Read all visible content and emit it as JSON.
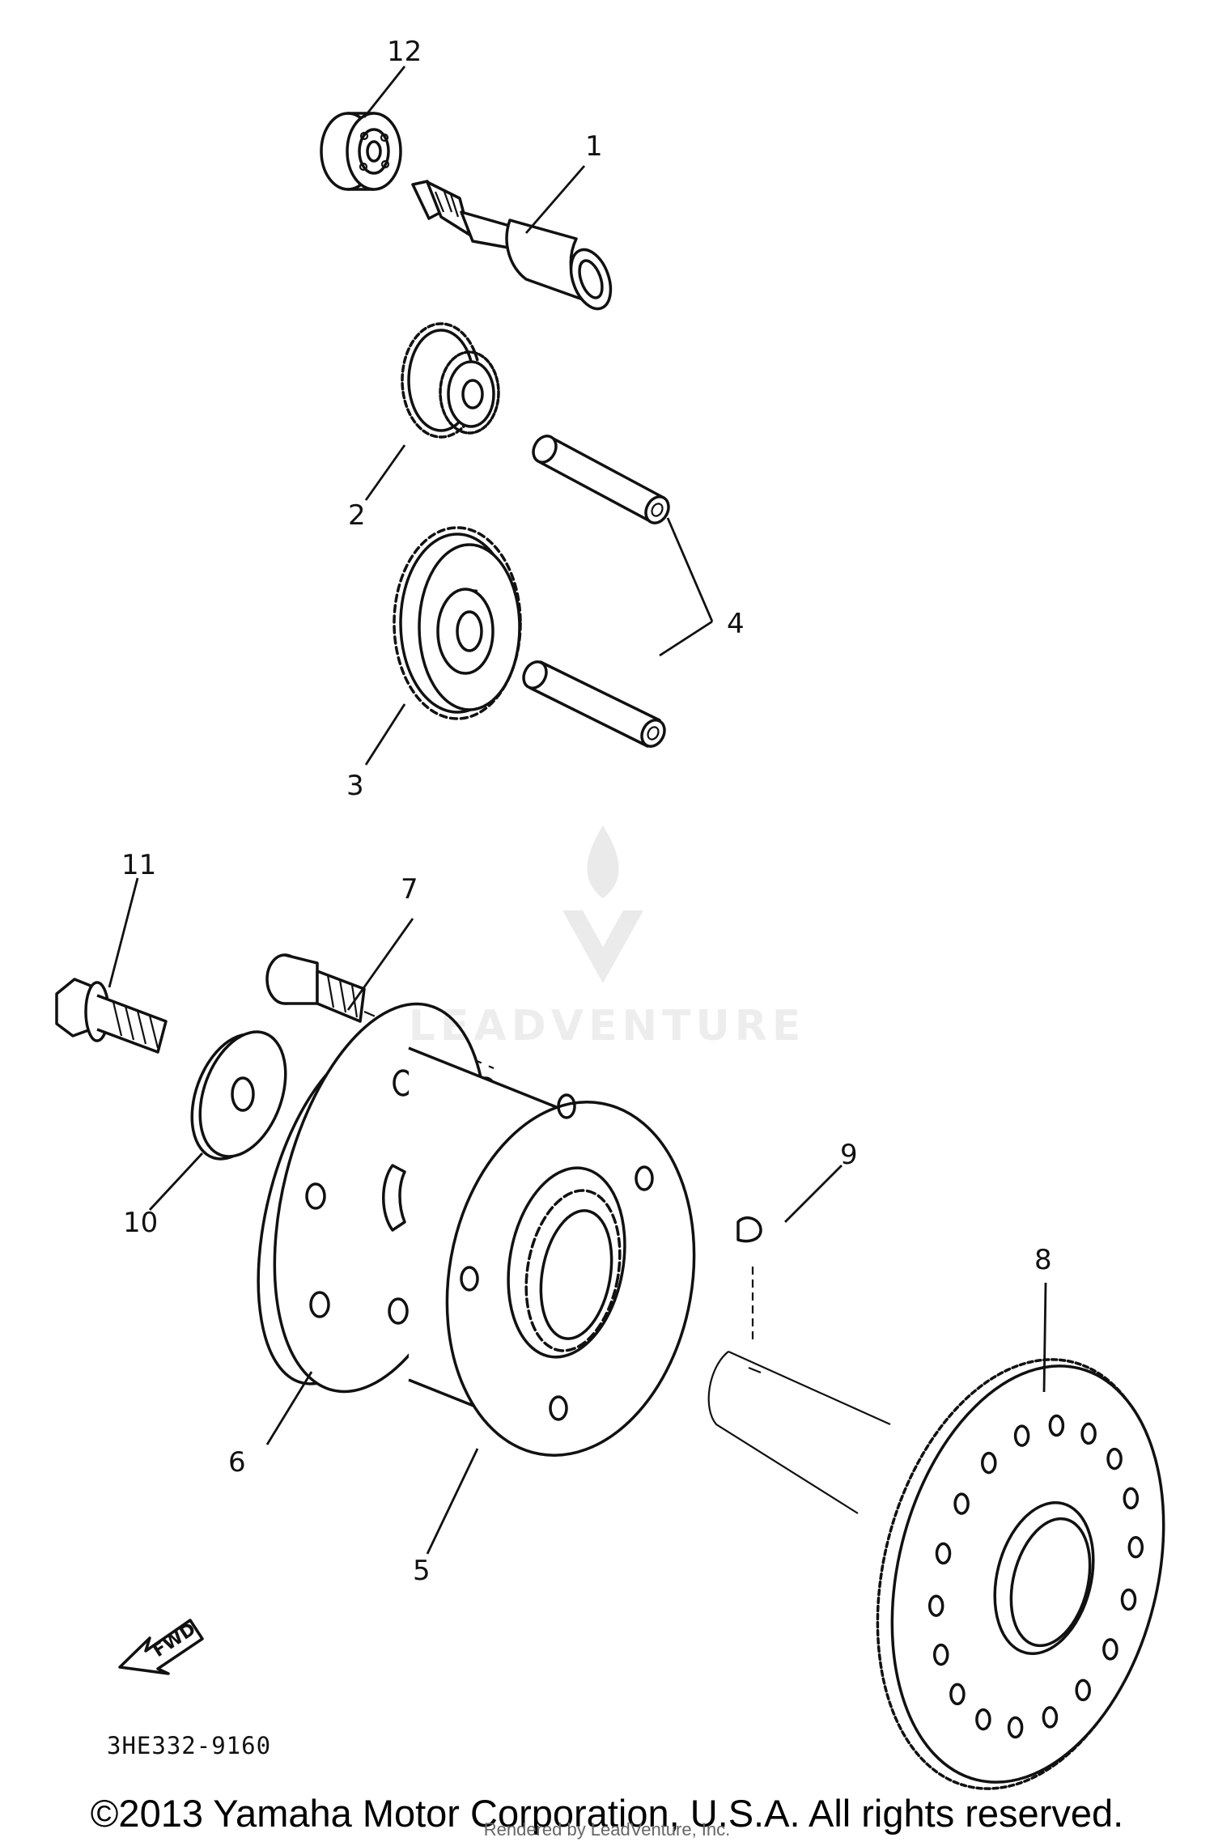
{
  "diagram": {
    "callouts": [
      "1",
      "2",
      "3",
      "4",
      "5",
      "6",
      "7",
      "8",
      "9",
      "10",
      "11",
      "12"
    ],
    "part_code": "3HE332-9160",
    "fwd_label": "FWD",
    "watermark": "LEADVENTURE",
    "copyright": "©2013 Yamaha Motor Corporation, U.S.A. All rights reserved.",
    "rendered_by": "Rendered by LeadVenture, Inc."
  }
}
